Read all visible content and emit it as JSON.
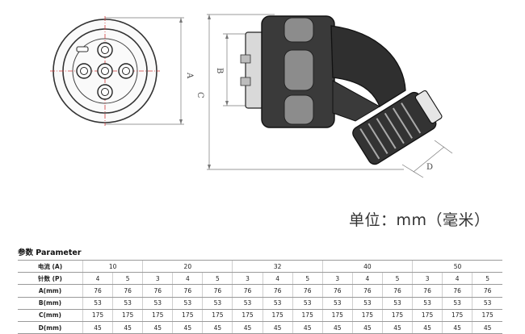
{
  "drawing": {
    "dimension_labels": {
      "a": "A",
      "b": "B",
      "c": "C",
      "d": "D"
    }
  },
  "unit_note": "单位：mm（毫米）",
  "parameter_title": "参数 Parameter",
  "table": {
    "current_label": "电流 (A)",
    "currents": [
      "10",
      "20",
      "32",
      "40",
      "50"
    ],
    "pins_label": "针数 (P)",
    "pins": [
      "4",
      "5",
      "3",
      "4",
      "5",
      "3",
      "4",
      "5",
      "3",
      "4",
      "5",
      "3",
      "4",
      "5"
    ],
    "rows": [
      {
        "label": "A(mm)",
        "values": [
          "76",
          "76",
          "76",
          "76",
          "76",
          "76",
          "76",
          "76",
          "76",
          "76",
          "76",
          "76",
          "76",
          "76"
        ]
      },
      {
        "label": "B(mm)",
        "values": [
          "53",
          "53",
          "53",
          "53",
          "53",
          "53",
          "53",
          "53",
          "53",
          "53",
          "53",
          "53",
          "53",
          "53"
        ]
      },
      {
        "label": "C(mm)",
        "values": [
          "175",
          "175",
          "175",
          "175",
          "175",
          "175",
          "175",
          "175",
          "175",
          "175",
          "175",
          "175",
          "175",
          "175"
        ]
      },
      {
        "label": "D(mm)",
        "values": [
          "45",
          "45",
          "45",
          "45",
          "45",
          "45",
          "45",
          "45",
          "45",
          "45",
          "45",
          "45",
          "45",
          "45"
        ]
      }
    ]
  }
}
